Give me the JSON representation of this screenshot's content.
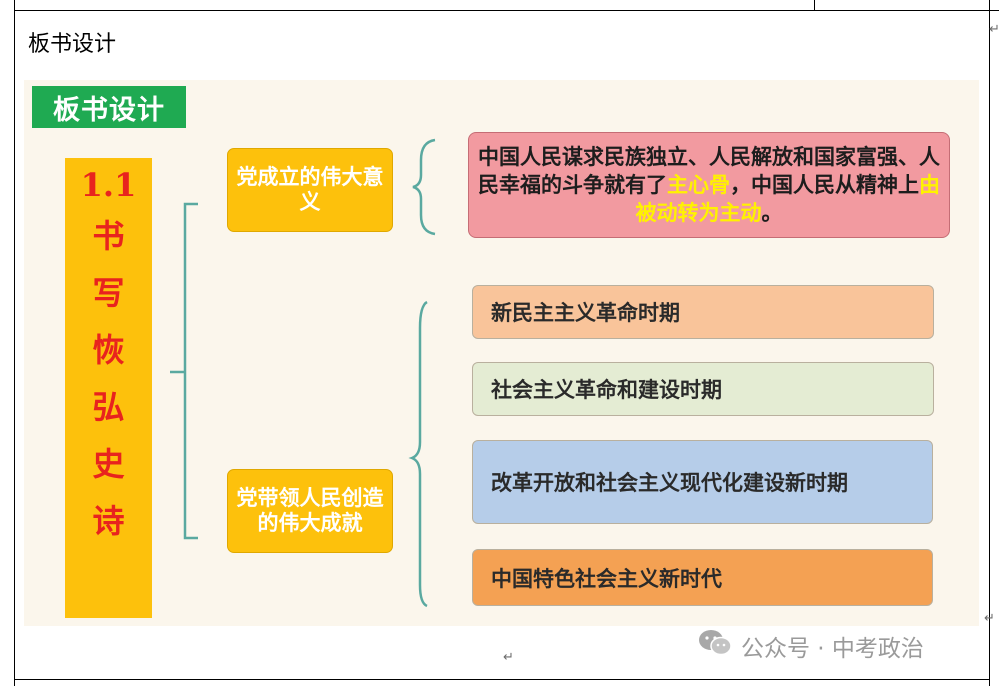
{
  "document": {
    "heading": "板书设计"
  },
  "slide": {
    "badge": "板书设计",
    "title_number": "1.1",
    "title_chars": [
      "书",
      "写",
      "恢",
      "弘",
      "史",
      "诗"
    ],
    "branch_top": "党成立的伟大意义",
    "branch_bottom": "党带领人民创造的伟大成就",
    "significance": {
      "part1": "中国人民谋求民族独立、人民解放和国家富强、人民幸福的斗争就有了",
      "highlight1": "主心骨",
      "part2": "，中国人民从精神上",
      "highlight2": "由被动转为主动",
      "part3": "。"
    },
    "periods": [
      {
        "label": "新民主主义革命时期",
        "color": "#f9c49a"
      },
      {
        "label": "社会主义革命和建设时期",
        "color": "#e4ecd3"
      },
      {
        "label": "改革开放和社会主义现代化建设新时期",
        "color": "#b6cde9"
      },
      {
        "label": "中国特色社会主义新时代",
        "color": "#f4a153"
      }
    ]
  },
  "watermark": {
    "text": "公众号 · 中考政治"
  },
  "colors": {
    "badge": "#1faa52",
    "title_bg": "#fdc10c",
    "title_text": "#e8231e",
    "bracket": "#5aa9a0",
    "highlight": "#fff200"
  }
}
